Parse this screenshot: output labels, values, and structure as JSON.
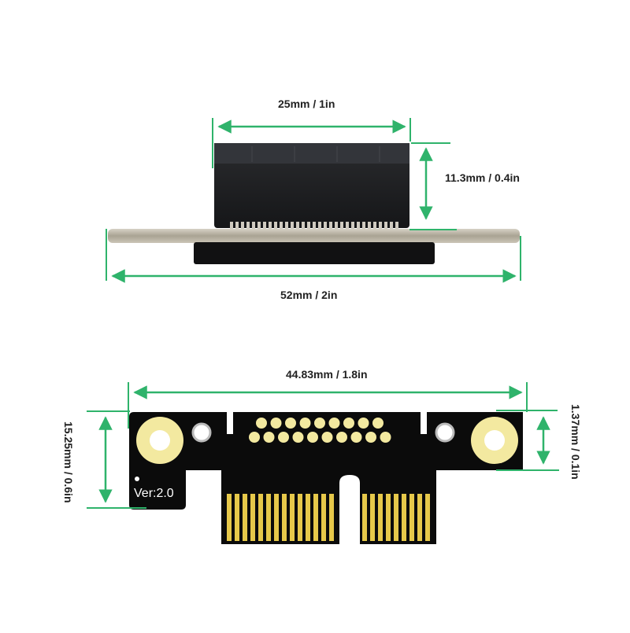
{
  "top_view": {
    "width_top": "25mm / 1in",
    "height_side": "11.3mm / 0.4in",
    "width_bottom": "52mm / 2in"
  },
  "bottom_view": {
    "width_top": "44.83mm / 1.8in",
    "height_left": "15.25mm / 0.6in",
    "height_right": "1.37mm / 0.1in",
    "version": "Ver:2.0"
  },
  "colors": {
    "dimension_line": "#2fb36b",
    "connector": "#1b1c1e",
    "pcb": "#0b0b0b",
    "gold_contact": "#e6c84a",
    "mount_pad": "#f3e9a0",
    "bracket": "#b8b1a2"
  }
}
